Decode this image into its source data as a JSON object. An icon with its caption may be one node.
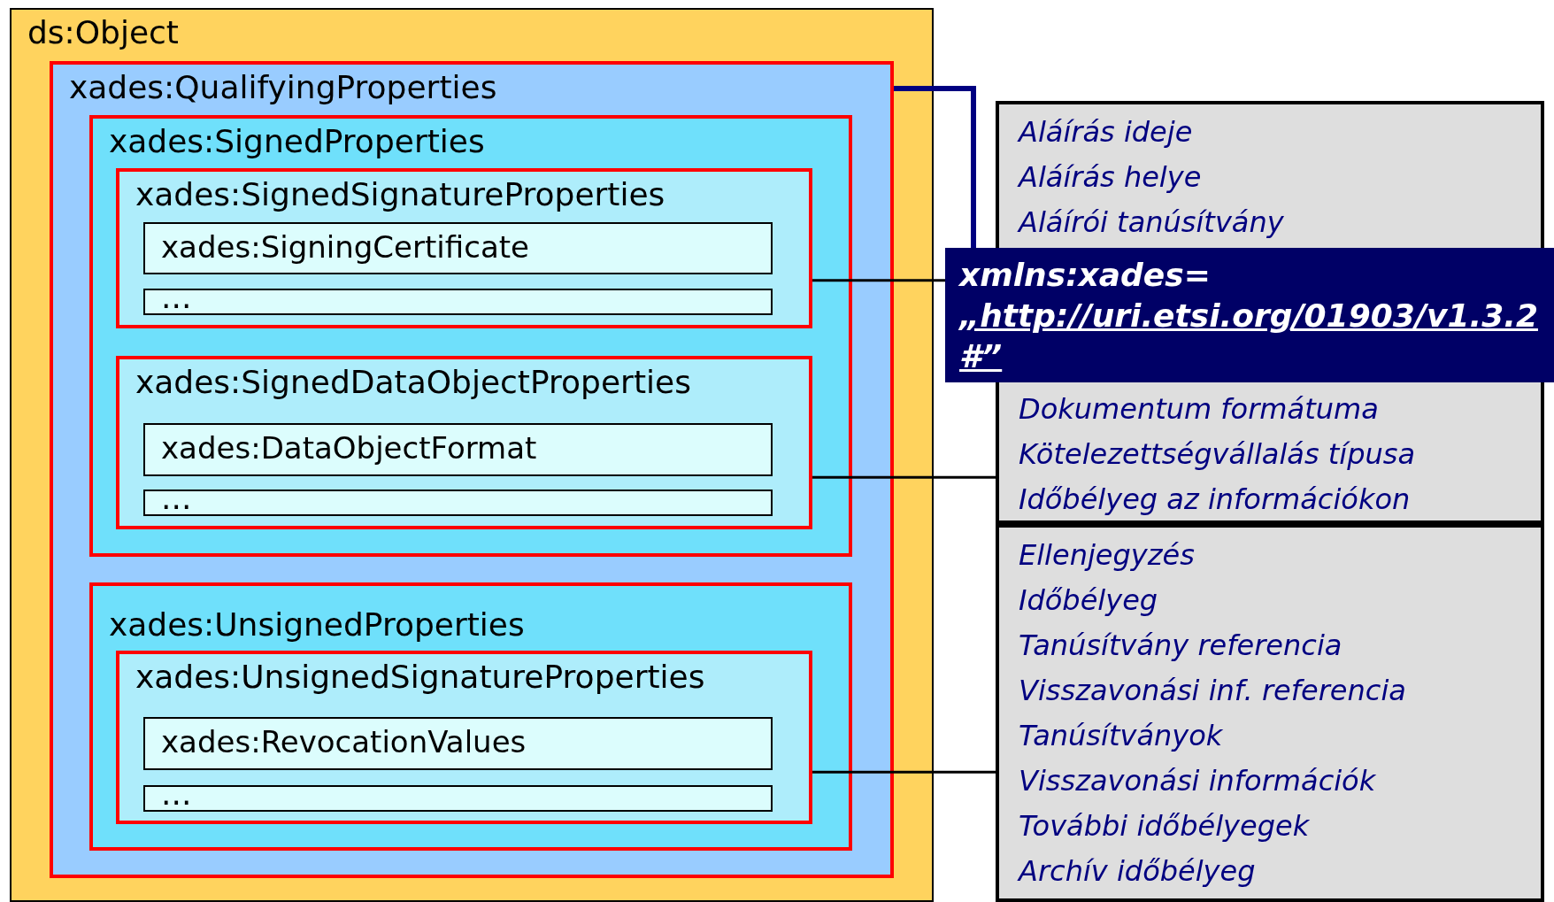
{
  "diagram": {
    "nodes": [
      {
        "text": [
          "ds:Object"
        ]
      },
      {
        "text": [
          "xades:QualifyingProperties"
        ],
        "in": 0
      },
      {
        "text": [
          "xades:SignedProperties"
        ],
        "in": 1
      },
      {
        "text": [
          "xades:SignedSignatureProperties"
        ],
        "in": 2
      },
      {
        "text": [
          "xades:SigningCertificate"
        ],
        "in": 3
      },
      {
        "text": [
          "..."
        ],
        "in": 3
      },
      {
        "text": [
          "xades:SignedDataObjectProperties"
        ],
        "in": 2
      },
      {
        "text": [
          "xades:DataObjectFormat"
        ],
        "in": 6
      },
      {
        "text": [
          "..."
        ],
        "in": 6
      },
      {
        "text": [
          "xades:UnsignedProperties"
        ],
        "in": 1
      },
      {
        "text": [
          "xades:UnsignedSignatureProperties"
        ],
        "in": 9
      },
      {
        "text": [
          "xades:RevocationValues"
        ],
        "in": 10
      },
      {
        "text": [
          "..."
        ],
        "in": 10
      },
      {
        "text": [
          "Aláírás ideje",
          "Aláírás helye",
          "Aláírói tanúsítvány",
          "Dokumentum formátuma",
          "Kötelezettségvállalás típusa",
          "Időbélyeg az információkon"
        ]
      },
      {
        "text": [
          "Ellenjegyzés",
          "Időbélyeg",
          "Tanúsítvány referencia",
          "Visszavonási inf. referencia",
          "Tanúsítványok",
          "Visszavonási információk",
          "További időbélyegek",
          "Archív időbélyeg"
        ]
      },
      {
        "text": [
          "xmlns:xades=",
          "„http://uri.etsi.org/01903/v1.3.2#”"
        ]
      }
    ],
    "edges": [
      {
        "from": 1,
        "to": 15,
        "arrow": "none",
        "style": "thick",
        "color": "#000080"
      },
      {
        "from": 3,
        "to": 15,
        "arrow": "none"
      },
      {
        "from": 6,
        "to": 13,
        "arrow": "none"
      },
      {
        "from": 10,
        "to": 14,
        "arrow": "none"
      }
    ]
  }
}
